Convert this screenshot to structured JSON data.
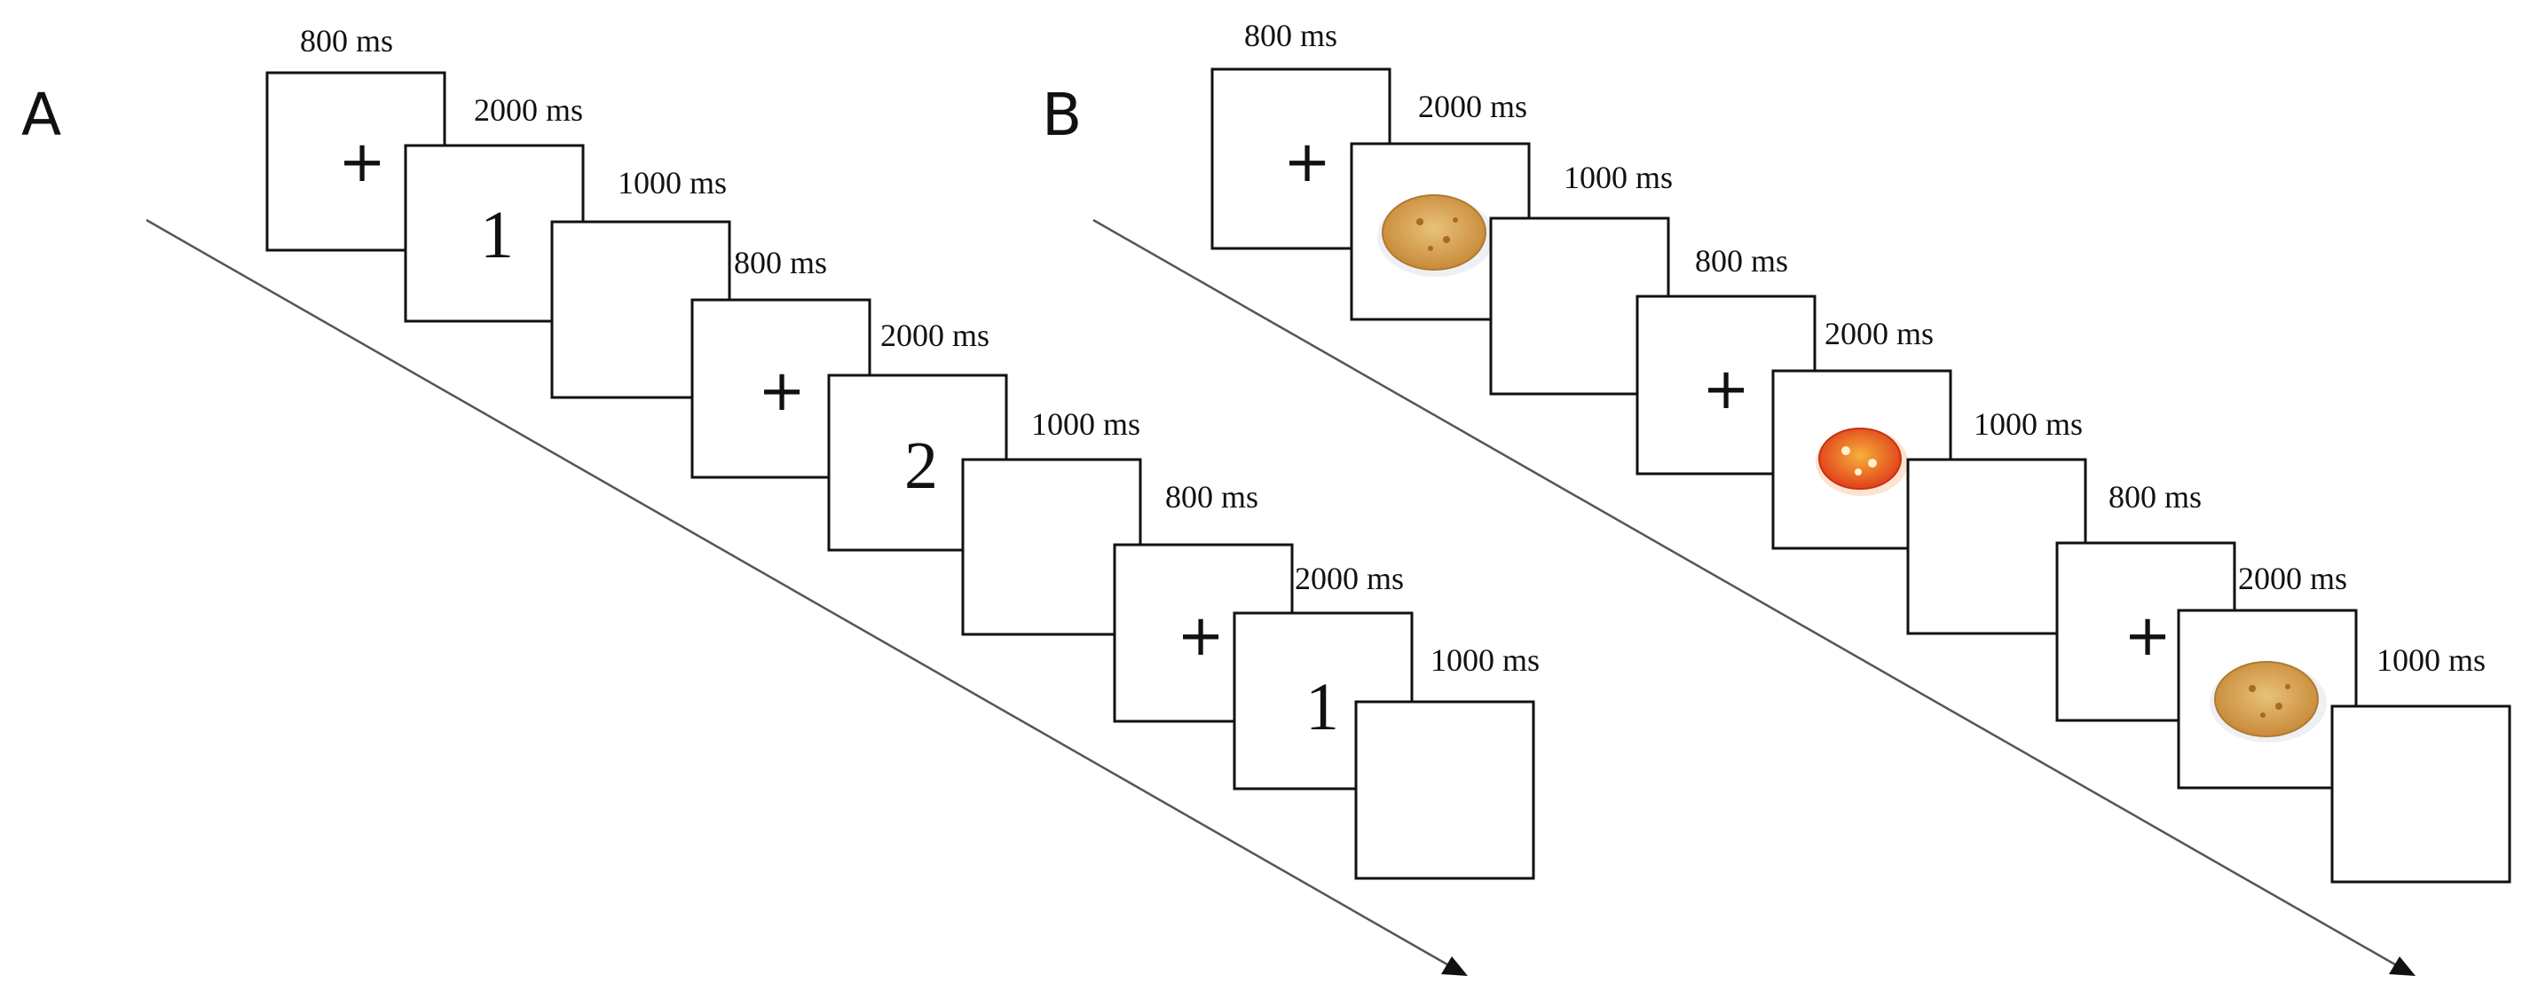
{
  "panels": [
    {
      "letter": "A",
      "trials": [
        {
          "fixation": {
            "duration": "800 ms",
            "symbol": "+"
          },
          "stimulus": {
            "duration": "2000 ms",
            "kind": "digit",
            "text": "1"
          },
          "blank": {
            "duration": "1000 ms"
          }
        },
        {
          "fixation": {
            "duration": "800 ms",
            "symbol": "+"
          },
          "stimulus": {
            "duration": "2000 ms",
            "kind": "digit",
            "text": "2"
          },
          "blank": {
            "duration": "1000 ms"
          }
        },
        {
          "fixation": {
            "duration": "800 ms",
            "symbol": "+"
          },
          "stimulus": {
            "duration": "2000 ms",
            "kind": "digit",
            "text": "1"
          },
          "blank": {
            "duration": "1000 ms"
          }
        }
      ]
    },
    {
      "letter": "B",
      "trials": [
        {
          "fixation": {
            "duration": "800 ms",
            "symbol": "+"
          },
          "stimulus": {
            "duration": "2000 ms",
            "kind": "food-image",
            "image": "cookie-image",
            "colors": [
              "#c98a3a",
              "#e8c27a"
            ]
          },
          "blank": {
            "duration": "1000 ms"
          }
        },
        {
          "fixation": {
            "duration": "800 ms",
            "symbol": "+"
          },
          "stimulus": {
            "duration": "2000 ms",
            "kind": "food-image",
            "image": "pizza-image",
            "colors": [
              "#e0401a",
              "#f6b03c"
            ]
          },
          "blank": {
            "duration": "1000 ms"
          }
        },
        {
          "fixation": {
            "duration": "800 ms",
            "symbol": "+"
          },
          "stimulus": {
            "duration": "2000 ms",
            "kind": "food-image",
            "image": "cookie-image",
            "colors": [
              "#c98a3a",
              "#e8c27a"
            ]
          },
          "blank": {
            "duration": "1000 ms"
          }
        }
      ]
    }
  ]
}
